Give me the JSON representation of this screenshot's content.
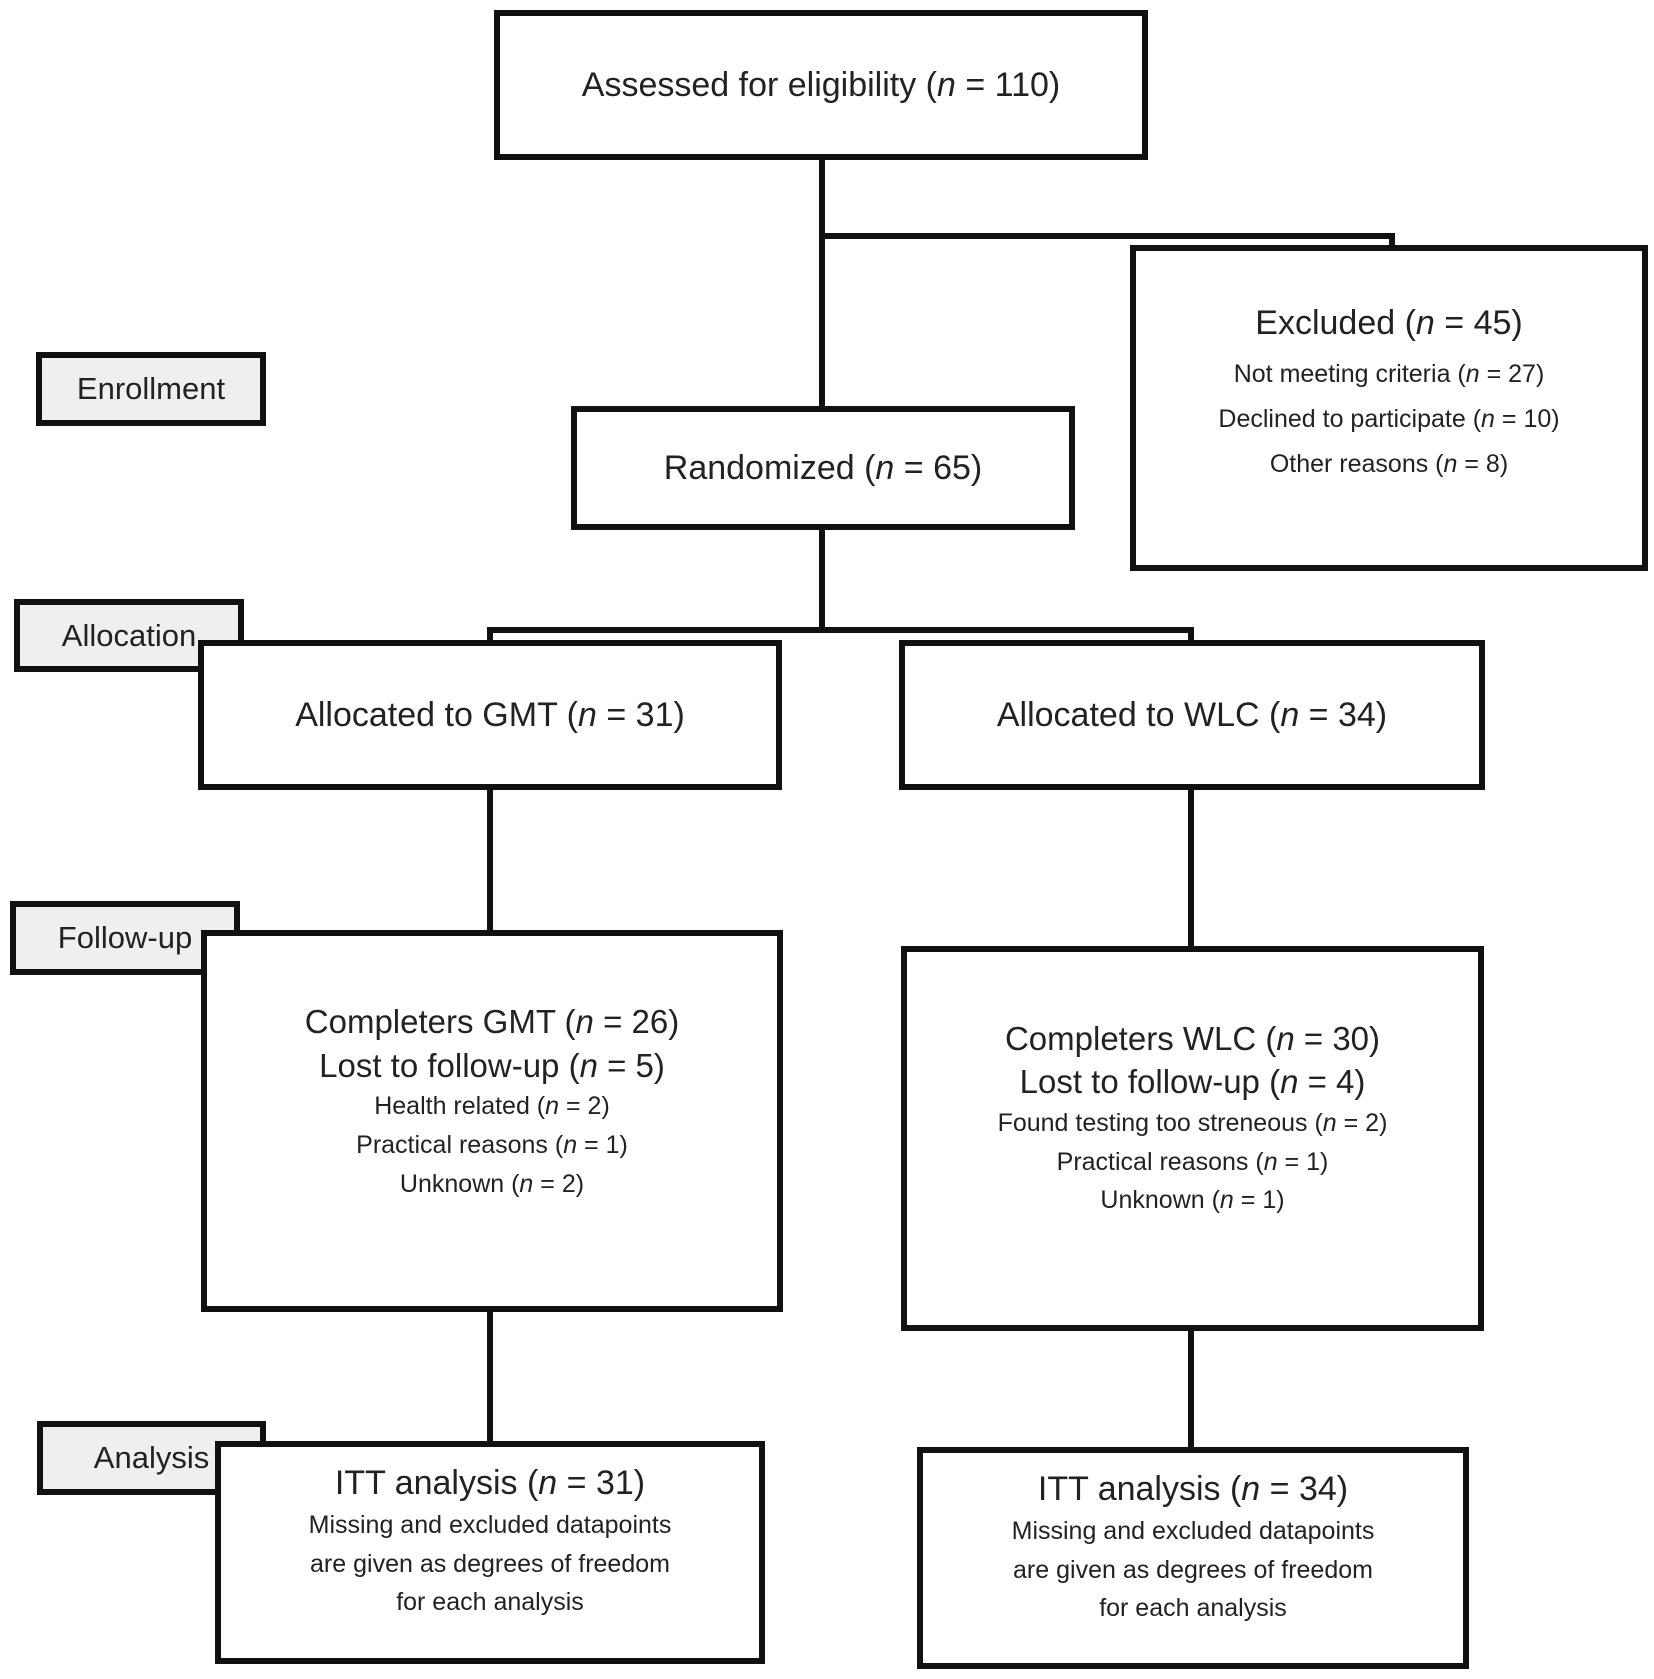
{
  "labels": {
    "enrollment": "Enrollment",
    "allocation": "Allocation",
    "follow_up": "Follow-up",
    "analysis": "Analysis"
  },
  "boxes": {
    "assessed": {
      "pre": "Assessed for eligibility (",
      "n": "n",
      "post": " = 110)"
    },
    "excluded": {
      "title": {
        "pre": "Excluded (",
        "n": "n",
        "post": " = 45)"
      },
      "reasons": [
        {
          "pre": "Not meeting criteria (",
          "n": "n",
          "post": " = 27)"
        },
        {
          "pre": "Declined to participate (",
          "n": "n",
          "post": " = 10)"
        },
        {
          "pre": "Other reasons (",
          "n": "n",
          "post": " = 8)"
        }
      ]
    },
    "randomized": {
      "pre": "Randomized (",
      "n": "n",
      "post": " = 65)"
    },
    "allocated_gmt": {
      "pre": "Allocated to GMT (",
      "n": "n",
      "post": " = 31)"
    },
    "allocated_wlc": {
      "pre": "Allocated to WLC (",
      "n": "n",
      "post": " = 34)"
    },
    "followup_gmt": {
      "completers": {
        "pre": "Completers GMT (",
        "n": "n",
        "post": " = 26)"
      },
      "lost": {
        "pre": "Lost to follow-up (",
        "n": "n",
        "post": " = 5)"
      },
      "reasons": [
        {
          "pre": "Health related (",
          "n": "n",
          "post": " = 2)"
        },
        {
          "pre": "Practical reasons (",
          "n": "n",
          "post": " = 1)"
        },
        {
          "pre": "Unknown (",
          "n": "n",
          "post": " = 2)"
        }
      ]
    },
    "followup_wlc": {
      "completers": {
        "pre": "Completers WLC (",
        "n": "n",
        "post": " = 30)"
      },
      "lost": {
        "pre": "Lost to follow-up (",
        "n": "n",
        "post": " = 4)"
      },
      "reasons": [
        {
          "pre": "Found testing too streneous (",
          "n": "n",
          "post": " = 2)"
        },
        {
          "pre": "Practical reasons (",
          "n": "n",
          "post": " = 1)"
        },
        {
          "pre": "Unknown (",
          "n": "n",
          "post": " = 1)"
        }
      ]
    },
    "analysis_gmt": {
      "title": {
        "pre": "ITT analysis (",
        "n": "n",
        "post": " = 31)"
      },
      "note": [
        "Missing and excluded datapoints",
        "are given as degrees of freedom",
        "for each analysis"
      ]
    },
    "analysis_wlc": {
      "title": {
        "pre": "ITT analysis (",
        "n": "n",
        "post": " = 34)"
      },
      "note": [
        "Missing and excluded datapoints",
        "are given as degrees of freedom",
        "for each analysis"
      ]
    }
  }
}
